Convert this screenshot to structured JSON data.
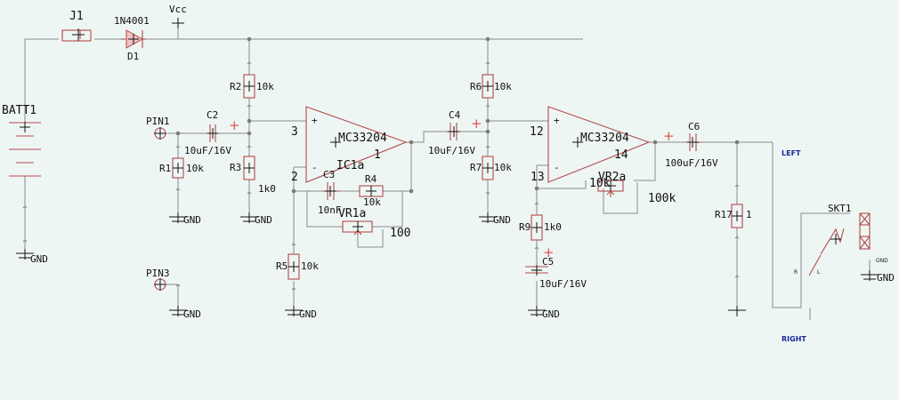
{
  "labels": {
    "j1": "J1",
    "d1_part": "1N4001",
    "d1": "D1",
    "vcc": "Vcc",
    "batt1": "BATT1",
    "gnd": "GND",
    "pin1": "PIN1",
    "pin3": "PIN3",
    "c2": "C2",
    "c2_val": "10uF/16V",
    "r1": "R1",
    "r1_val": "10k",
    "r2": "R2",
    "r2_val": "10k",
    "r3": "R3",
    "r3_val": "1k0",
    "r4": "R4",
    "r4_val": "10k",
    "r5": "R5",
    "r5_val": "10k",
    "c3": "C3",
    "c3_val": "10nF",
    "vr1": "VR1a",
    "vr1_val": "100",
    "ic1_part": "MC33204",
    "ic1": "IC1a",
    "ic1_pin_in_p": "3",
    "ic1_pin_in_n": "2",
    "ic1_pin_out": "1",
    "c4": "C4",
    "c4_val": "10uF/16V",
    "r6": "R6",
    "r6_val": "10k",
    "r7": "R7",
    "r7_val": "10k",
    "r9": "R9",
    "r9_val": "1k0",
    "c5": "C5",
    "c5_val": "10uF/16V",
    "ic2_part": "MC33204",
    "ic2_pin_in_p": "12",
    "ic2_pin_in_n": "13",
    "ic2_pin_out": "14",
    "vr2": "VR2a",
    "vr2_ref": "10k",
    "vr2_val": "100k",
    "c6": "C6",
    "c6_val": "100uF/16V",
    "r17": "R17",
    "r17_val": "1",
    "skt1": "SKT1",
    "left": "LEFT",
    "right": "RIGHT",
    "pin_r": "R",
    "pin_l": "L"
  },
  "colors": {
    "wire": "#888a8e",
    "component": "#b24a4a",
    "net_label": "#1a2a9a",
    "background": "#eef6f4"
  }
}
